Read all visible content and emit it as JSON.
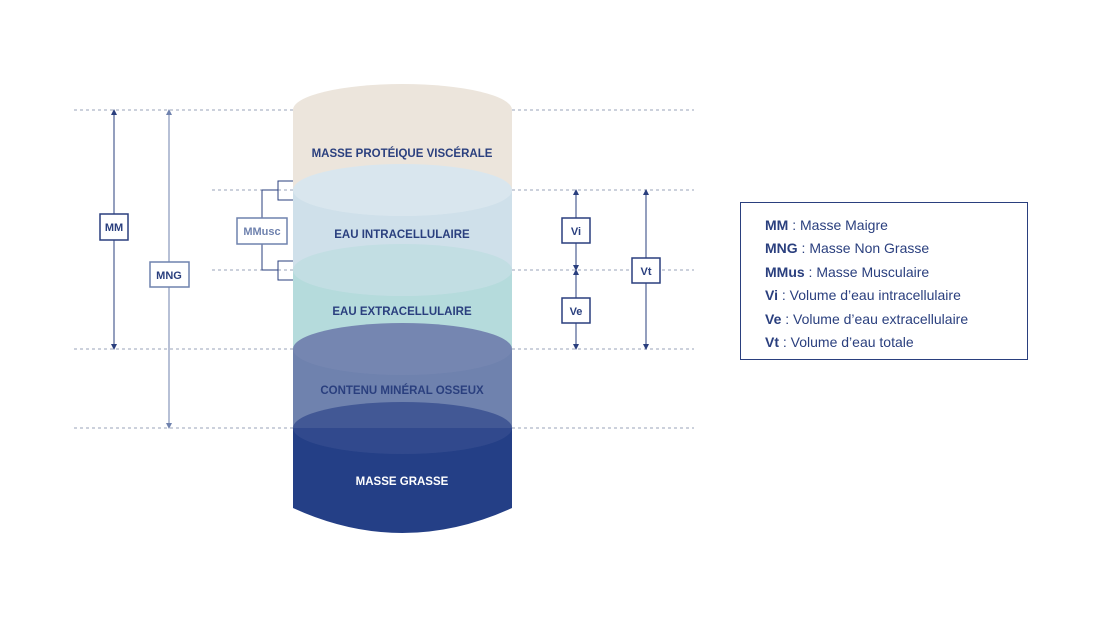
{
  "colors": {
    "navy": "#2a3f7e",
    "guide": "#9aa3b8",
    "protein": "#ece5dc",
    "intracellular": "#cfe0ea",
    "extracellular": "#b5dbdc",
    "bone_mineral": "#6f82ae",
    "fat": "#243f86"
  },
  "layers": [
    {
      "id": "protein",
      "label": "MASSE PROTÉIQUE VISCÉRALE"
    },
    {
      "id": "intracellular",
      "label": "EAU INTRACELLULAIRE"
    },
    {
      "id": "extracellular",
      "label": "EAU EXTRACELLULAIRE"
    },
    {
      "id": "bone_mineral",
      "label": "CONTENU MINÉRAL OSSEUX"
    },
    {
      "id": "fat",
      "label": "MASSE GRASSE"
    }
  ],
  "brackets": {
    "mm": "MM",
    "mng": "MNG",
    "mmusc": "MMusc",
    "vi": "Vi",
    "ve": "Ve",
    "vt": "Vt"
  },
  "legend": [
    {
      "abbr": "MM",
      "sep": " : ",
      "text": "Masse Maigre"
    },
    {
      "abbr": "MNG",
      "sep": " : ",
      "text": "Masse Non Grasse"
    },
    {
      "abbr": "MMus",
      "sep": " : ",
      "text": "Masse Musculaire"
    },
    {
      "abbr": "Vi",
      "sep": " : ",
      "text": "Volume d’eau intracellulaire"
    },
    {
      "abbr": "Ve",
      "sep": " : ",
      "text": "Volume d’eau extracellulaire"
    },
    {
      "abbr": "Vt",
      "sep": " : ",
      "text": "Volume d’eau totale"
    }
  ]
}
